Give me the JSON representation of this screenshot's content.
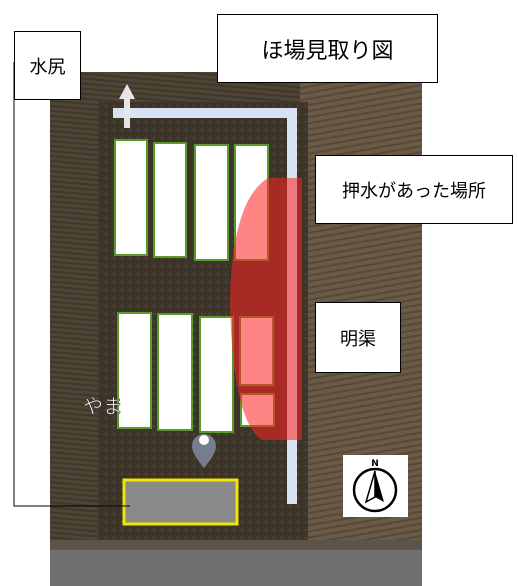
{
  "title": "ほ場見取り図",
  "labels": {
    "outlet": "水尻",
    "flooded_area": "押水があった場所",
    "ditch": "明渠"
  },
  "map_text": {
    "place_label_partial": "やま"
  },
  "compass": {
    "letter": "N"
  },
  "colors": {
    "plot_fill": "#ffffff",
    "plot_border": "#5a9a2a",
    "flood_overlay": "#ff2020",
    "ditch_line": "#d9e2f2",
    "yellow_box_border": "#f2e500",
    "yellow_box_fill": "#8a8a8a",
    "field_dark": "#3d3529",
    "field_right": "#6b5a45"
  },
  "icons": [
    "arrow-up-icon",
    "map-pin-icon",
    "north-compass-icon"
  ]
}
